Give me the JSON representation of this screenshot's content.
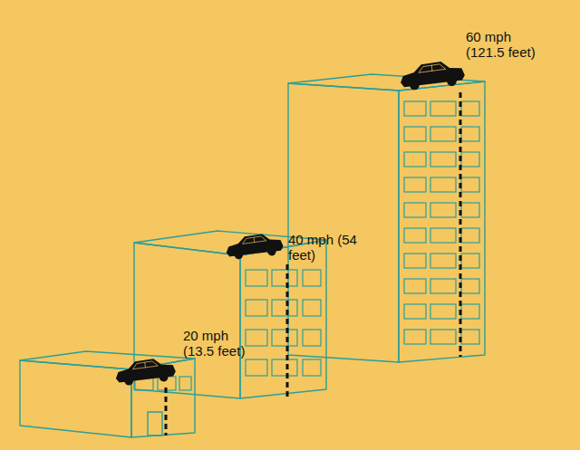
{
  "diagram": {
    "labels": [
      "20 mph (13.5 feet)",
      "40 mph (54 feet)",
      "60 mph (121.5 feet)"
    ]
  }
}
